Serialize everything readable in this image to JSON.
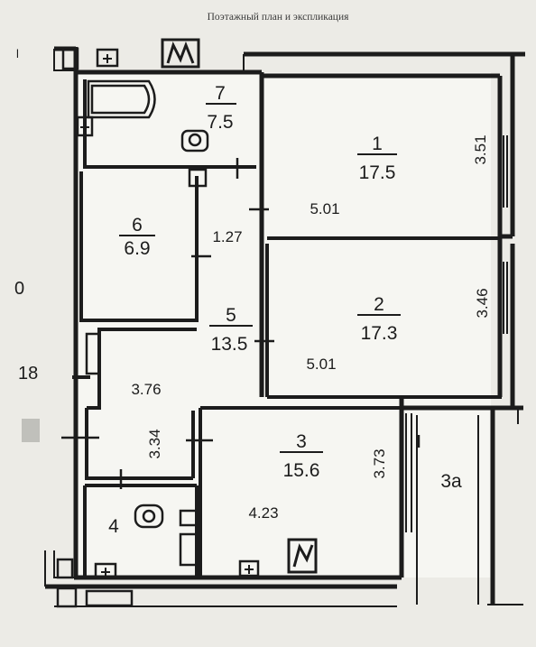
{
  "title": "Поэтажный план и экспликация",
  "side_marks": {
    "top": "l",
    "middle": "0",
    "number": "18"
  },
  "rooms": [
    {
      "number": "7",
      "area": "7.5"
    },
    {
      "number": "1",
      "area": "17.5"
    },
    {
      "number": "6",
      "area": "6.9"
    },
    {
      "number": "2",
      "area": "17.3"
    },
    {
      "number": "5",
      "area": "13.5"
    },
    {
      "number": "3",
      "area": "15.6"
    },
    {
      "number": "4",
      "area": ""
    },
    {
      "number": "3a",
      "area": ""
    }
  ],
  "dimensions": {
    "room1_depth": "3.51",
    "room1_width": "5.01",
    "corridor_width": "1.27",
    "room2_depth": "3.46",
    "room2_width": "5.01",
    "hall_width": "3.76",
    "hall_depth": "3.34",
    "room3_depth": "3.73",
    "room3_width": "4.23"
  },
  "colors": {
    "background": "#ecebe6",
    "wall": "#1c1c1c",
    "fill": "#f6f6f2"
  }
}
